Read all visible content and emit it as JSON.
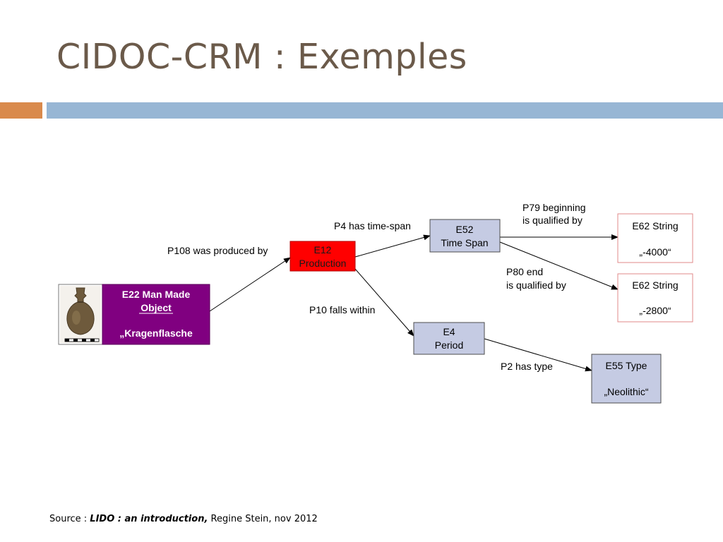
{
  "title": "CIDOC-CRM : Exemples",
  "colors": {
    "title": "#6b5a4a",
    "accent_orange": "#d98a4c",
    "accent_blue": "#97b6d4",
    "object_box": "#800080",
    "production_box": "#ff0000",
    "entity_box": "#c5cbe3",
    "string_box_border": "#e08a8a"
  },
  "image": {
    "icon": "ceramic-flask-photo"
  },
  "nodes": {
    "e22": {
      "line1": "E22 Man Made",
      "line2": "Object",
      "line3": "„Kragenflasche"
    },
    "e12": {
      "line1": "E12",
      "line2": "Production"
    },
    "e52": {
      "line1": "E52",
      "line2": "Time Span"
    },
    "e4": {
      "line1": "E4",
      "line2": "Period"
    },
    "e62a": {
      "line1": "E62 String",
      "line2": "„-4000“"
    },
    "e62b": {
      "line1": "E62 String",
      "line2": "„-2800“"
    },
    "e55": {
      "line1": "E55 Type",
      "line2": "„Neolithic“"
    }
  },
  "edges": {
    "p108": "P108 was produced by",
    "p4": "P4 has time-span",
    "p10": "P10 falls within",
    "p79_line1": "P79 beginning",
    "p79_line2": "is qualified by",
    "p80_line1": "P80 end",
    "p80_line2": "is qualified by",
    "p2": "P2 has type"
  },
  "source": {
    "prefix": "Source : ",
    "work": "LIDO : an introduction,",
    "rest": " Regine Stein,  nov 2012"
  }
}
